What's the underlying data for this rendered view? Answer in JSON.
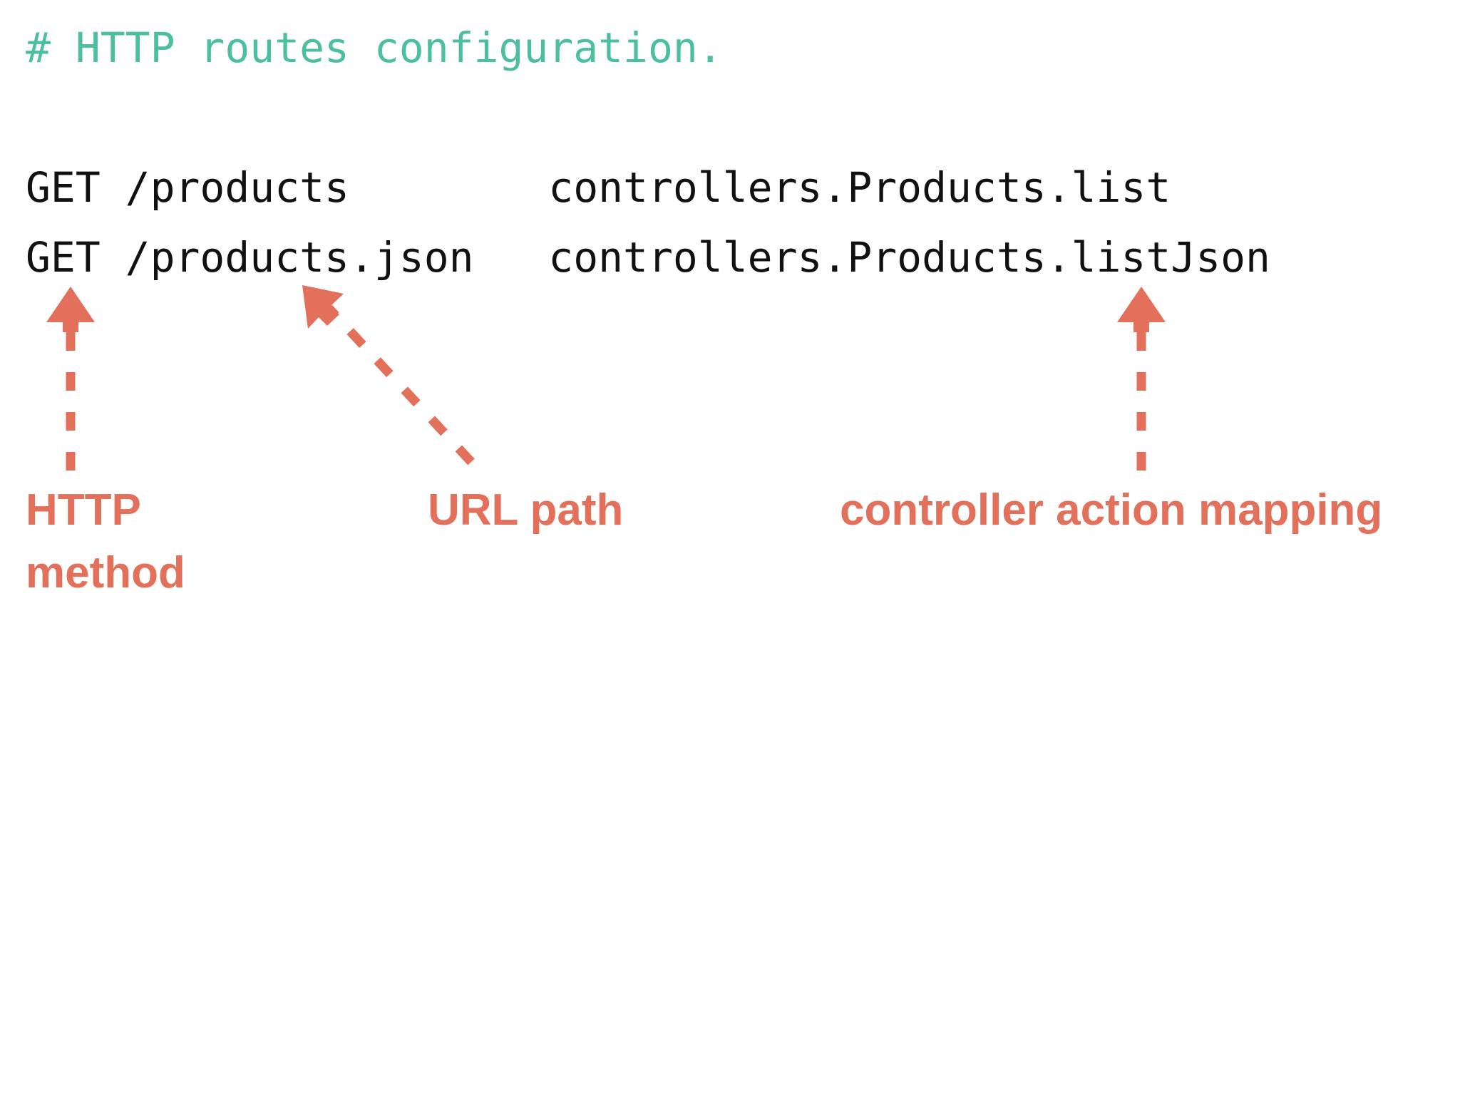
{
  "slide": {
    "background_color": "#ffffff",
    "code_color": "#111111",
    "comment_color": "#4BBFA0",
    "annotation_color": "#E2705A"
  },
  "code": {
    "lines": [
      {
        "kind": "comment",
        "text": "# HTTP routes configuration."
      },
      {
        "kind": "blank",
        "text": " "
      },
      {
        "kind": "route",
        "text": "GET /products        controllers.Products.list"
      },
      {
        "kind": "route",
        "text": "GET /products.json   controllers.Products.listJson"
      }
    ],
    "routes": [
      {
        "method": "GET",
        "path": "/products",
        "action": "controllers.Products.list"
      },
      {
        "method": "GET",
        "path": "/products.json",
        "action": "controllers.Products.listJson"
      }
    ],
    "comment": "# HTTP routes configuration."
  },
  "annotations": [
    {
      "id": "http-method",
      "label": "HTTP\nmethod",
      "arrow": "vertical-dashed-arrow-up",
      "target": "GET"
    },
    {
      "id": "url-path",
      "label": "URL path",
      "arrow": "diagonal-dashed-arrow-up-left",
      "target": "/products.json"
    },
    {
      "id": "controller-action-mapping",
      "label": "controller action mapping",
      "arrow": "vertical-dashed-arrow-up",
      "target": "controllers.Products.listJson"
    }
  ]
}
